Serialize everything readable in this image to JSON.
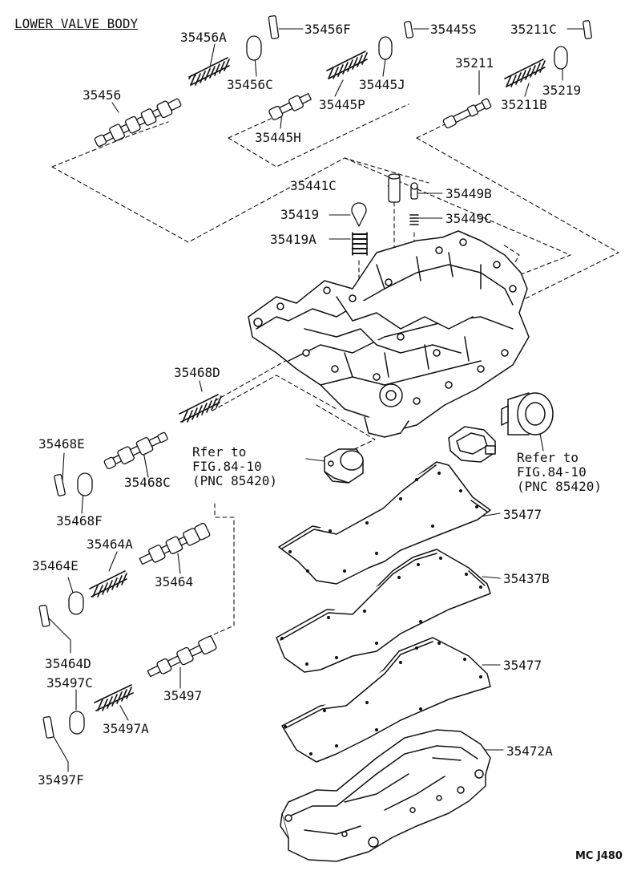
{
  "title": "LOWER VALVE BODY",
  "figure_code": "MC J480",
  "parts": {
    "p35456A": "35456A",
    "p35456F": "35456F",
    "p35445S": "35445S",
    "p35211C": "35211C",
    "p35456": "35456",
    "p35456C": "35456C",
    "p35445J": "35445J",
    "p35211": "35211",
    "p35219": "35219",
    "p35445P": "35445P",
    "p35211B": "35211B",
    "p35445H": "35445H",
    "p35441C": "35441C",
    "p35449B": "35449B",
    "p35419": "35419",
    "p35449C": "35449C",
    "p35419A": "35419A",
    "p35468D": "35468D",
    "p35468E": "35468E",
    "p35468C": "35468C",
    "p35468F": "35468F",
    "p35464A": "35464A",
    "p35464E": "35464E",
    "p35464": "35464",
    "p35464D": "35464D",
    "p35497C": "35497C",
    "p35497": "35497",
    "p35497A": "35497A",
    "p35497F": "35497F",
    "p35477a": "35477",
    "p35437B": "35437B",
    "p35477b": "35477",
    "p35472A": "35472A"
  },
  "refer_left": {
    "line1": "Rfer to",
    "line2": "FIG.84-10",
    "line3": "(PNC 85420)"
  },
  "refer_right": {
    "line1": "Refer to",
    "line2": "FIG.84-10",
    "line3": "(PNC 85420)"
  }
}
